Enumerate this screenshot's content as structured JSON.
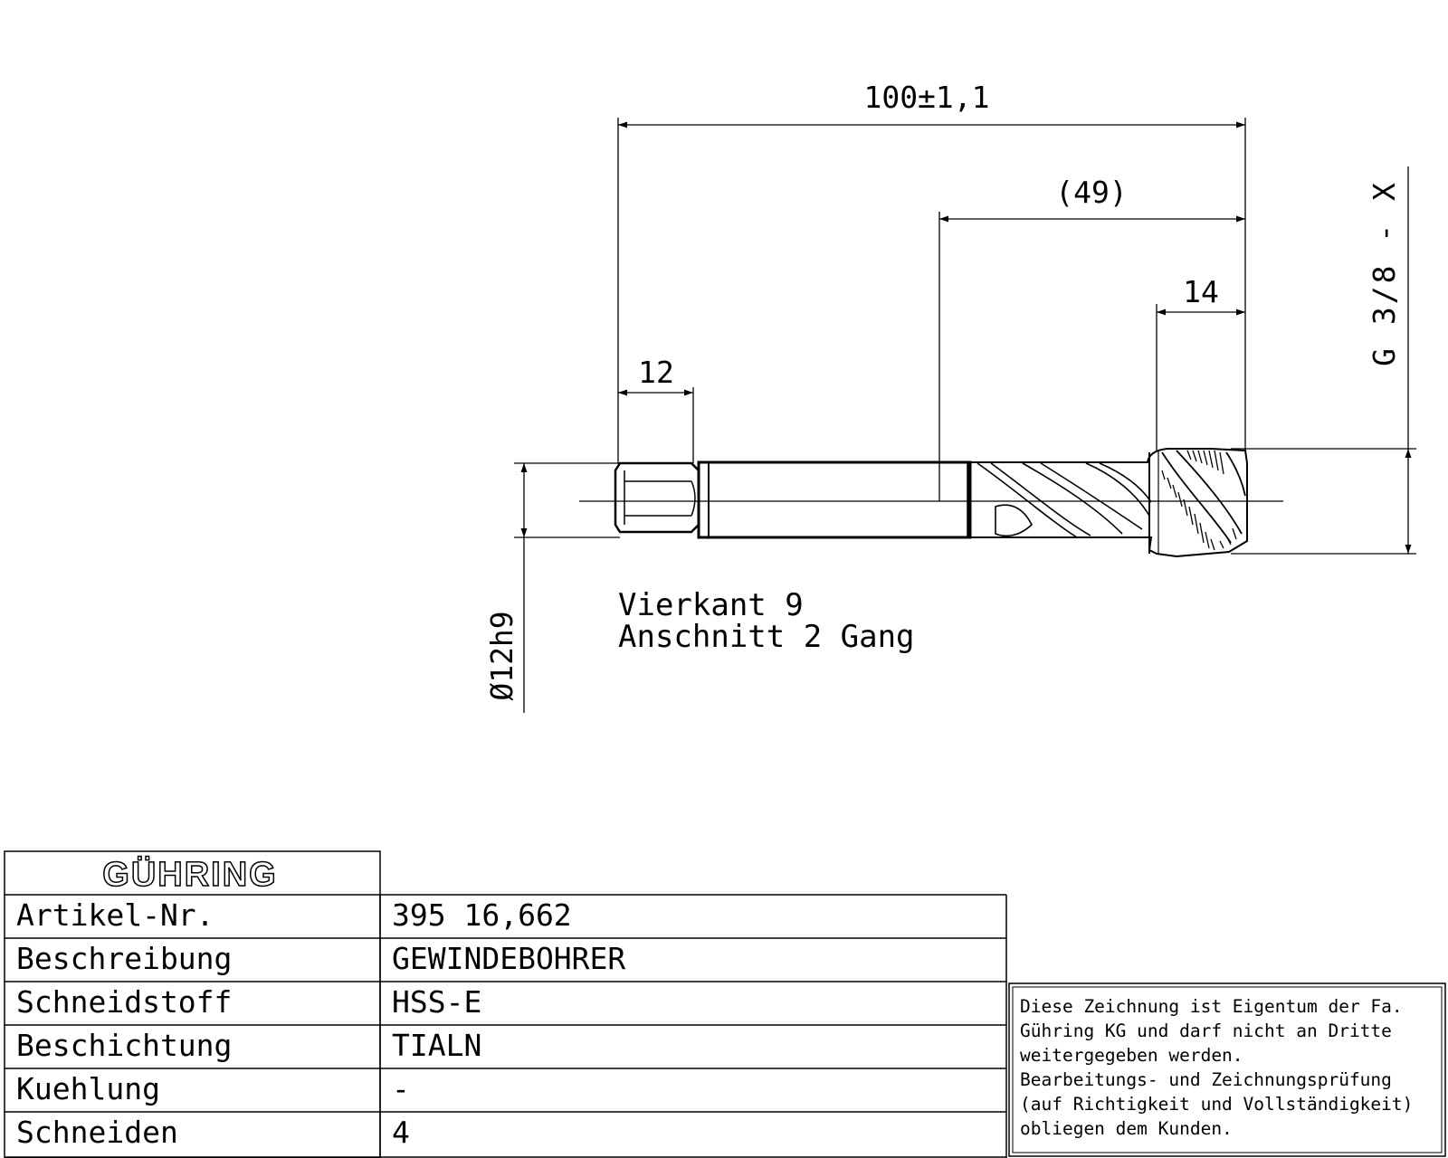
{
  "dimensions": {
    "overall_length": "100±1,1",
    "thread_section": "(49)",
    "chamfer_length": "14",
    "square_length": "12",
    "thread_size": "G 3/8 - X",
    "shank_diameter": "Ø12h9"
  },
  "notes": {
    "line1": "Vierkant 9",
    "line2": "Anschnitt 2 Gang"
  },
  "title_block": {
    "brand": "GÜHRING",
    "rows": [
      {
        "label": "Artikel-Nr.",
        "value": "395 16,662"
      },
      {
        "label": "Beschreibung",
        "value": "GEWINDEBOHRER"
      },
      {
        "label": "Schneidstoff",
        "value": "HSS-E"
      },
      {
        "label": "Beschichtung",
        "value": "TIALN"
      },
      {
        "label": "Kuehlung",
        "value": "-"
      },
      {
        "label": "Schneiden",
        "value": "4"
      }
    ]
  },
  "notice": {
    "lines": [
      "Diese Zeichnung ist Eigentum der Fa.",
      "Gühring KG und darf nicht an Dritte",
      "weitergegeben werden.",
      "Bearbeitungs- und Zeichnungsprüfung",
      "(auf Richtigkeit und Vollständigkeit)",
      "obliegen dem Kunden."
    ]
  }
}
